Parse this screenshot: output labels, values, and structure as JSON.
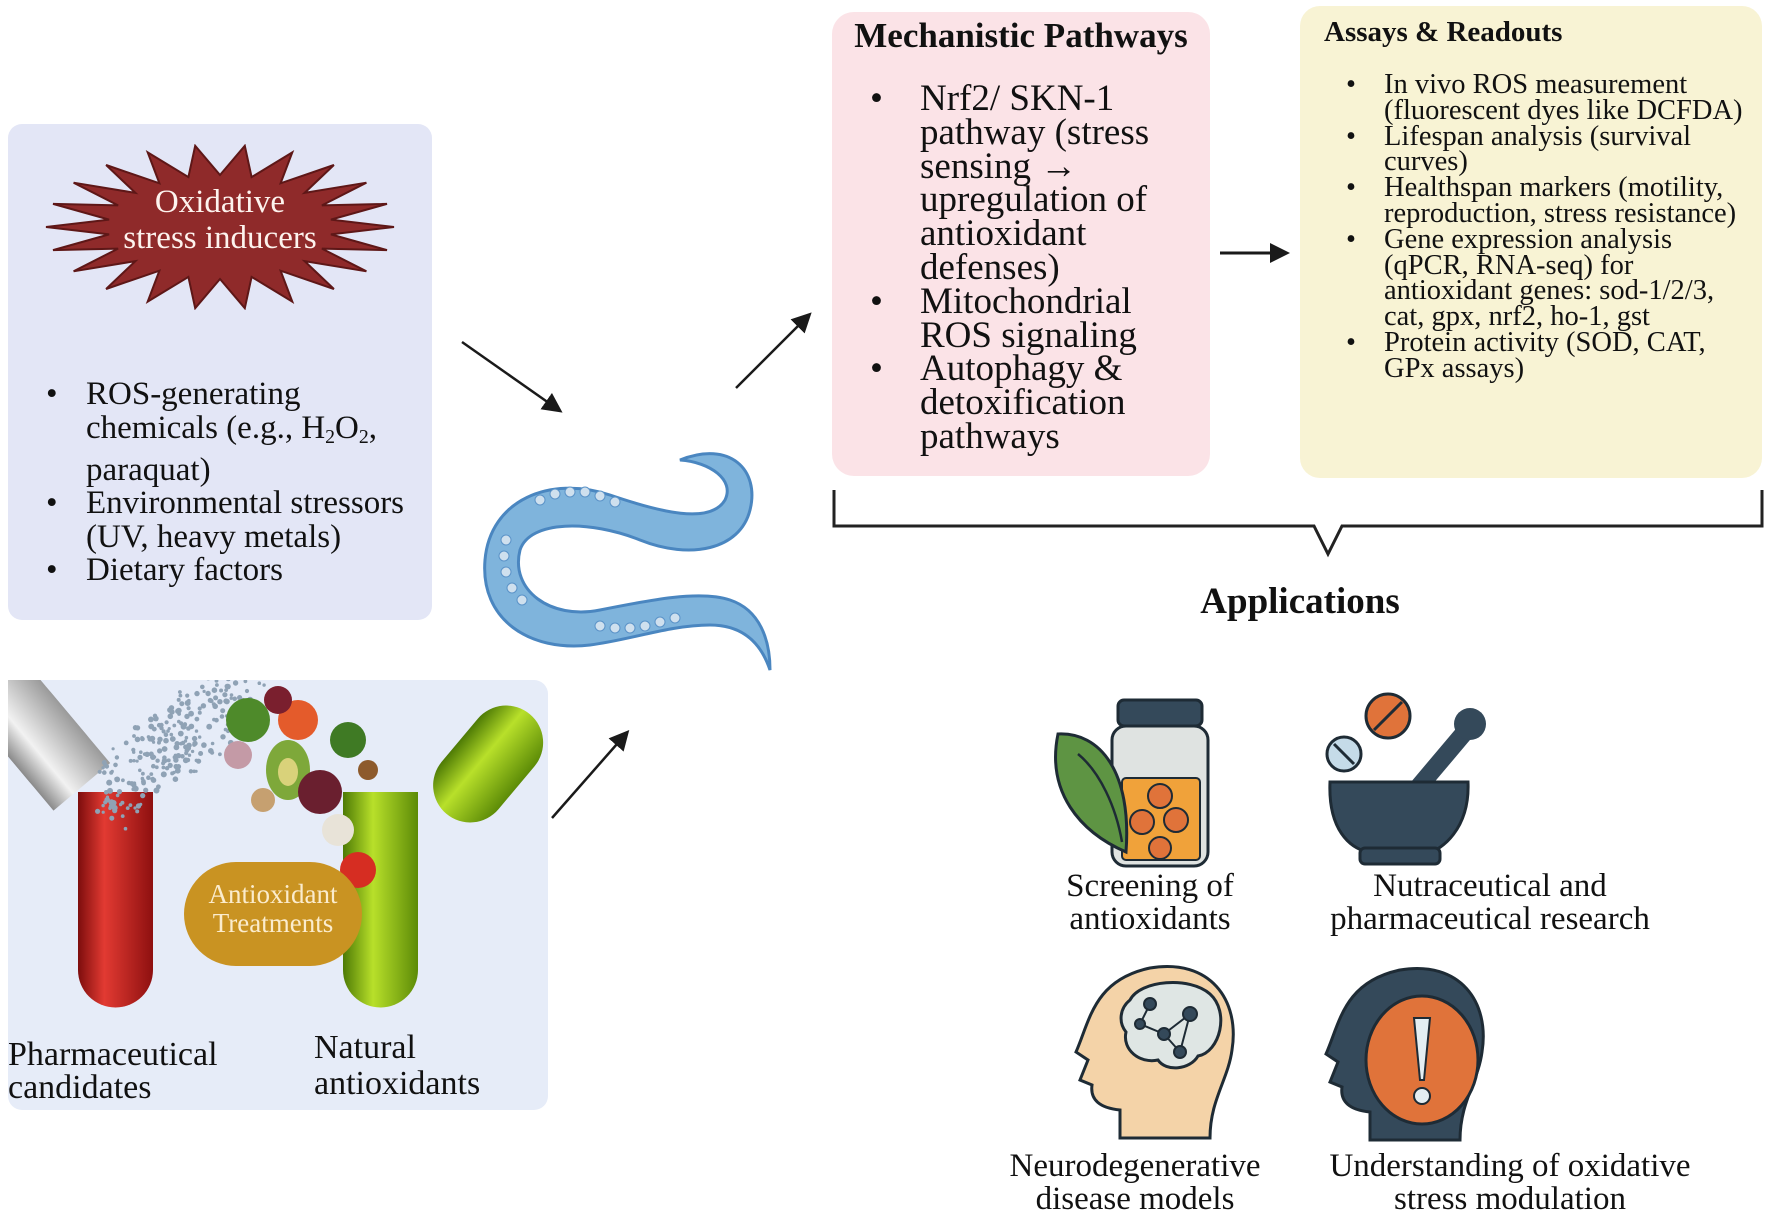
{
  "stress_inducers": {
    "title_line1": "Oxidative",
    "title_line2": "stress inducers",
    "items": [
      {
        "pre": "ROS-generating chemicals (e.g., H",
        "sub1": "2",
        "mid": "O",
        "sub2": "2",
        "post": ", paraquat)"
      },
      {
        "text": "Environmental stressors (UV, heavy metals)"
      },
      {
        "text": "Dietary factors"
      }
    ],
    "starburst_color": "#8f2a2a"
  },
  "antioxidant_treatments": {
    "center_label_line1": "Antioxidant",
    "center_label_line2": "Treatments",
    "pharma_label_line1": "Pharmaceutical",
    "pharma_label_line2": "candidates",
    "natural_label_line1": "Natural",
    "natural_label_line2": "antioxidants"
  },
  "mechanistic_pathways": {
    "title": "Mechanistic Pathways",
    "items": [
      "Nrf2/ SKN-1 pathway (stress sensing → upregulation of antioxidant defenses)",
      "Mitochondrial ROS signaling",
      "Autophagy & detoxification pathways"
    ]
  },
  "assays_readouts": {
    "title": "Assays & Readouts",
    "items": [
      "In vivo ROS measurement (fluorescent dyes like DCFDA)",
      "Lifespan analysis (survival curves)",
      "Healthspan markers (motility, reproduction, stress resistance)",
      "Gene expression analysis (qPCR, RNA-seq) for antioxidant genes: sod-1/2/3, cat, gpx, nrf2, ho-1, gst",
      "Protein activity (SOD, CAT, GPx assays)"
    ]
  },
  "applications": {
    "title": "Applications",
    "items": [
      {
        "icon": "antioxidant-jar-icon",
        "line1": "Screening of",
        "line2": "antioxidants"
      },
      {
        "icon": "mortar-pestle-icon",
        "line1": "Nutraceutical and",
        "line2": "pharmaceutical research"
      },
      {
        "icon": "brain-head-icon",
        "line1": "Neurodegenerative",
        "line2": "disease models"
      },
      {
        "icon": "head-alert-icon",
        "line1": "Understanding of oxidative",
        "line2": "stress modulation"
      }
    ]
  }
}
